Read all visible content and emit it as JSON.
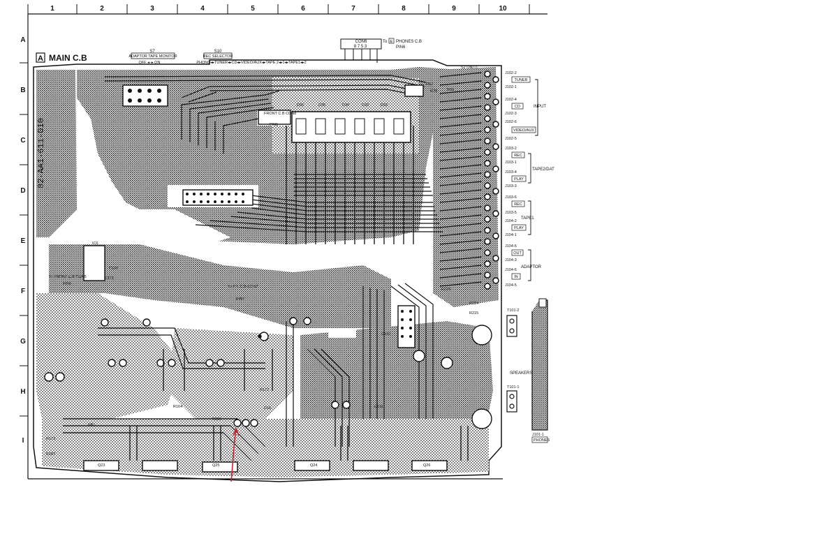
{
  "grid": {
    "columns": [
      "1",
      "2",
      "3",
      "4",
      "5",
      "6",
      "7",
      "8",
      "9",
      "10"
    ],
    "rows": [
      "A",
      "B",
      "C",
      "D",
      "E",
      "F",
      "G",
      "H",
      "I"
    ]
  },
  "board": {
    "badge": "A",
    "title": "MAIN C.B",
    "side_code": "82-AA1-611-010"
  },
  "switches": {
    "s7": {
      "ref": "S7",
      "name": "ADAPTOR TAPE MONITOR",
      "positions": "OFF ◂–▸ ON"
    },
    "s10": {
      "ref": "S10",
      "name": "REC SELECTOR",
      "positions": "PHONO◂▸TUNER◂▸CD◂▸VIDEO/AUX◂▸TAPE 2◂▸1◂▸TAPE1◂▸2"
    }
  },
  "connectors": {
    "con6": {
      "name": "CON6",
      "pins": "8 7    5    3",
      "note_prefix": "To",
      "note_badge": "E",
      "note": "PHONES C.B",
      "note2": "PIN6"
    },
    "front_con8": "FRONT C.B CON8",
    "front_con5": "To FRONT C.B CON5",
    "pt_con7": "To P.T. C.B CON7",
    "pin5": "PIN5",
    "pin6": "PIN6",
    "pin7": "PIN7"
  },
  "labels": {
    "d35": "D35",
    "d36": "D36",
    "d34": "D34",
    "d33": "D33",
    "d32": "D32",
    "r52": "R52",
    "r70": "R70",
    "r69": "R69",
    "r214": "R214",
    "r215": "R215",
    "r216": "R216",
    "r164": "R164",
    "r172": "R172",
    "r173": "R173",
    "r206": "R206",
    "r187": "R187",
    "ic6": "IC6",
    "c170": "C170",
    "c171": "C171",
    "q23": "Q23",
    "q24": "Q24",
    "q25": "Q25",
    "q26": "Q26",
    "d16": "D16",
    "c131": "C131",
    "c132": "C132",
    "fr1": "FR1",
    "t101_2": "T101-2",
    "t101_1": "T101-1",
    "j101": "J101-1",
    "phones": "PHONES",
    "s2_on": "S2 ON(T)"
  },
  "jacks": [
    {
      "top": "J102-2",
      "name": "TUNER",
      "bottom": "J102-1"
    },
    {
      "top": "J102-4",
      "name": "CD",
      "bottom": "J102-3"
    },
    {
      "top": "J102-6",
      "name": "VIDEO/AUX",
      "bottom": "J102-5"
    },
    {
      "top": "J103-2",
      "name": "REC",
      "bottom": "J103-1"
    },
    {
      "top": "J103-4",
      "name": "PLAY",
      "bottom": "J103-3"
    },
    {
      "top": "J103-6",
      "name": "REC",
      "bottom": "J103-5"
    },
    {
      "top": "J104-2",
      "name": "PLAY",
      "bottom": "J104-1"
    },
    {
      "top": "J104-6",
      "name": "OUT",
      "bottom": "J104-3"
    },
    {
      "top": "J104-6",
      "name": "IN",
      "bottom": "J104-5"
    }
  ],
  "groups": {
    "input": "INPUT",
    "tape2dat": "TAPE2/DAT",
    "tape1": "TAPE1",
    "adaptor": "ADAPTOR",
    "speakers": "SPEAKERS"
  },
  "colors": {
    "trace": "#1a1a1a",
    "copper_fill": "#7d7d7d",
    "paper": "#ffffff",
    "marker": "#d0202a"
  }
}
